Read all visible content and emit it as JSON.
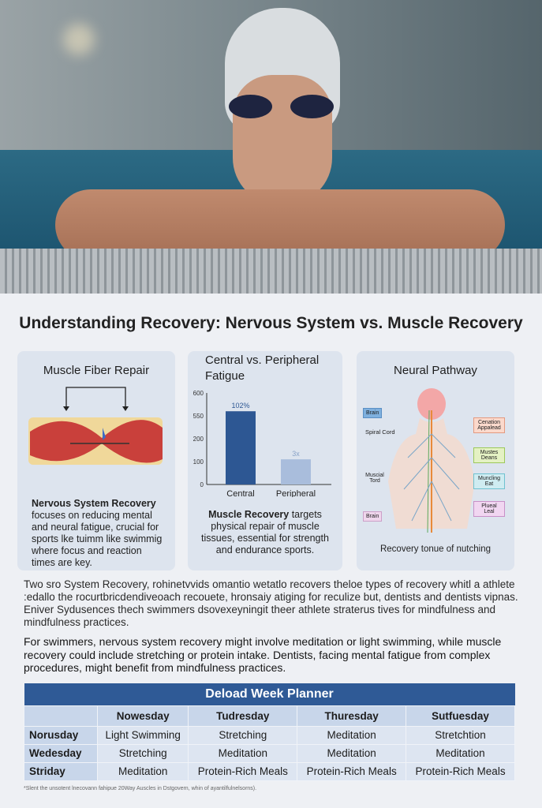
{
  "header": {
    "title": "Understanding Recovery: Nervous System vs. Muscle Recovery"
  },
  "cards": [
    {
      "title": "Muscle Fiber Repair",
      "desc_bold": "Nervous System Recovery",
      "desc": "focuses on reducing mental and neural fatigue, crucial for sports lke tuimm like swimmig where focus and reaction times are key."
    },
    {
      "title": "Central vs. Peripheral Fatigue",
      "desc_bold": "Muscle Recovery",
      "desc": "targets physical repair of muscle tissues, essential for strength and endurance sports."
    },
    {
      "title": "Neural Pathway",
      "caption": "Recovery tonue of nutching",
      "labels": [
        "Brain",
        "Spiral Cord",
        "Muscial Tord",
        "Brain",
        "Cenation Appalead",
        "Mustes Deans",
        "Muncling Eat",
        "Plueal Leal"
      ]
    }
  ],
  "chart_data": {
    "type": "bar",
    "title": "Central vs. Peripheral Fatigue",
    "categories": [
      "Central",
      "Peripheral"
    ],
    "values": [
      560,
      110
    ],
    "data_labels": [
      "102%",
      "3x"
    ],
    "yticks": [
      0,
      100,
      200,
      550,
      600
    ],
    "ylim": [
      0,
      600
    ],
    "colors": [
      "#2d5793",
      "#a9bddc"
    ]
  },
  "paragraphs": [
    "Two sro System Recovery, rohinetvvids omantio wetatlo recovers theloe types of recovery whitl a athlete :edallo the rocurtbricdendiveoach recouete, hronsaiy atiging for reculize but, dentists and dentists vipnas. Eniver Sydusences thech swimmers dsovexeyningit theer athlete straterus tives for mindfulness and mindfulness practices.",
    "For swimmers, nervous system recovery might involve meditation or light swimming, while muscle recovery could include stretching or protein intake. Dentists, facing mental fatigue from complex procedures, might benefit from mindfulness practices."
  ],
  "table": {
    "title": "Deload Week Planner",
    "columns": [
      "",
      "Nowesday",
      "Tudresday",
      "Thuresday",
      "Sutfuesday"
    ],
    "rows": [
      [
        "Norusday",
        "Light Swimming",
        "Stretching",
        "Meditation",
        "Stretchtion"
      ],
      [
        "Wedesday",
        "Stretching",
        "Meditation",
        "Meditation",
        "Meditation"
      ],
      [
        "Striday",
        "Meditation",
        "Protein-Rich Meals",
        "Protein-Rich Meals",
        "Protein-Rich Meals"
      ]
    ]
  },
  "footnote": "*Slent the unsotent lnecovann fahipue 20Way Auscles in Dstgovern, whin of ayantilfulnelsorns)."
}
